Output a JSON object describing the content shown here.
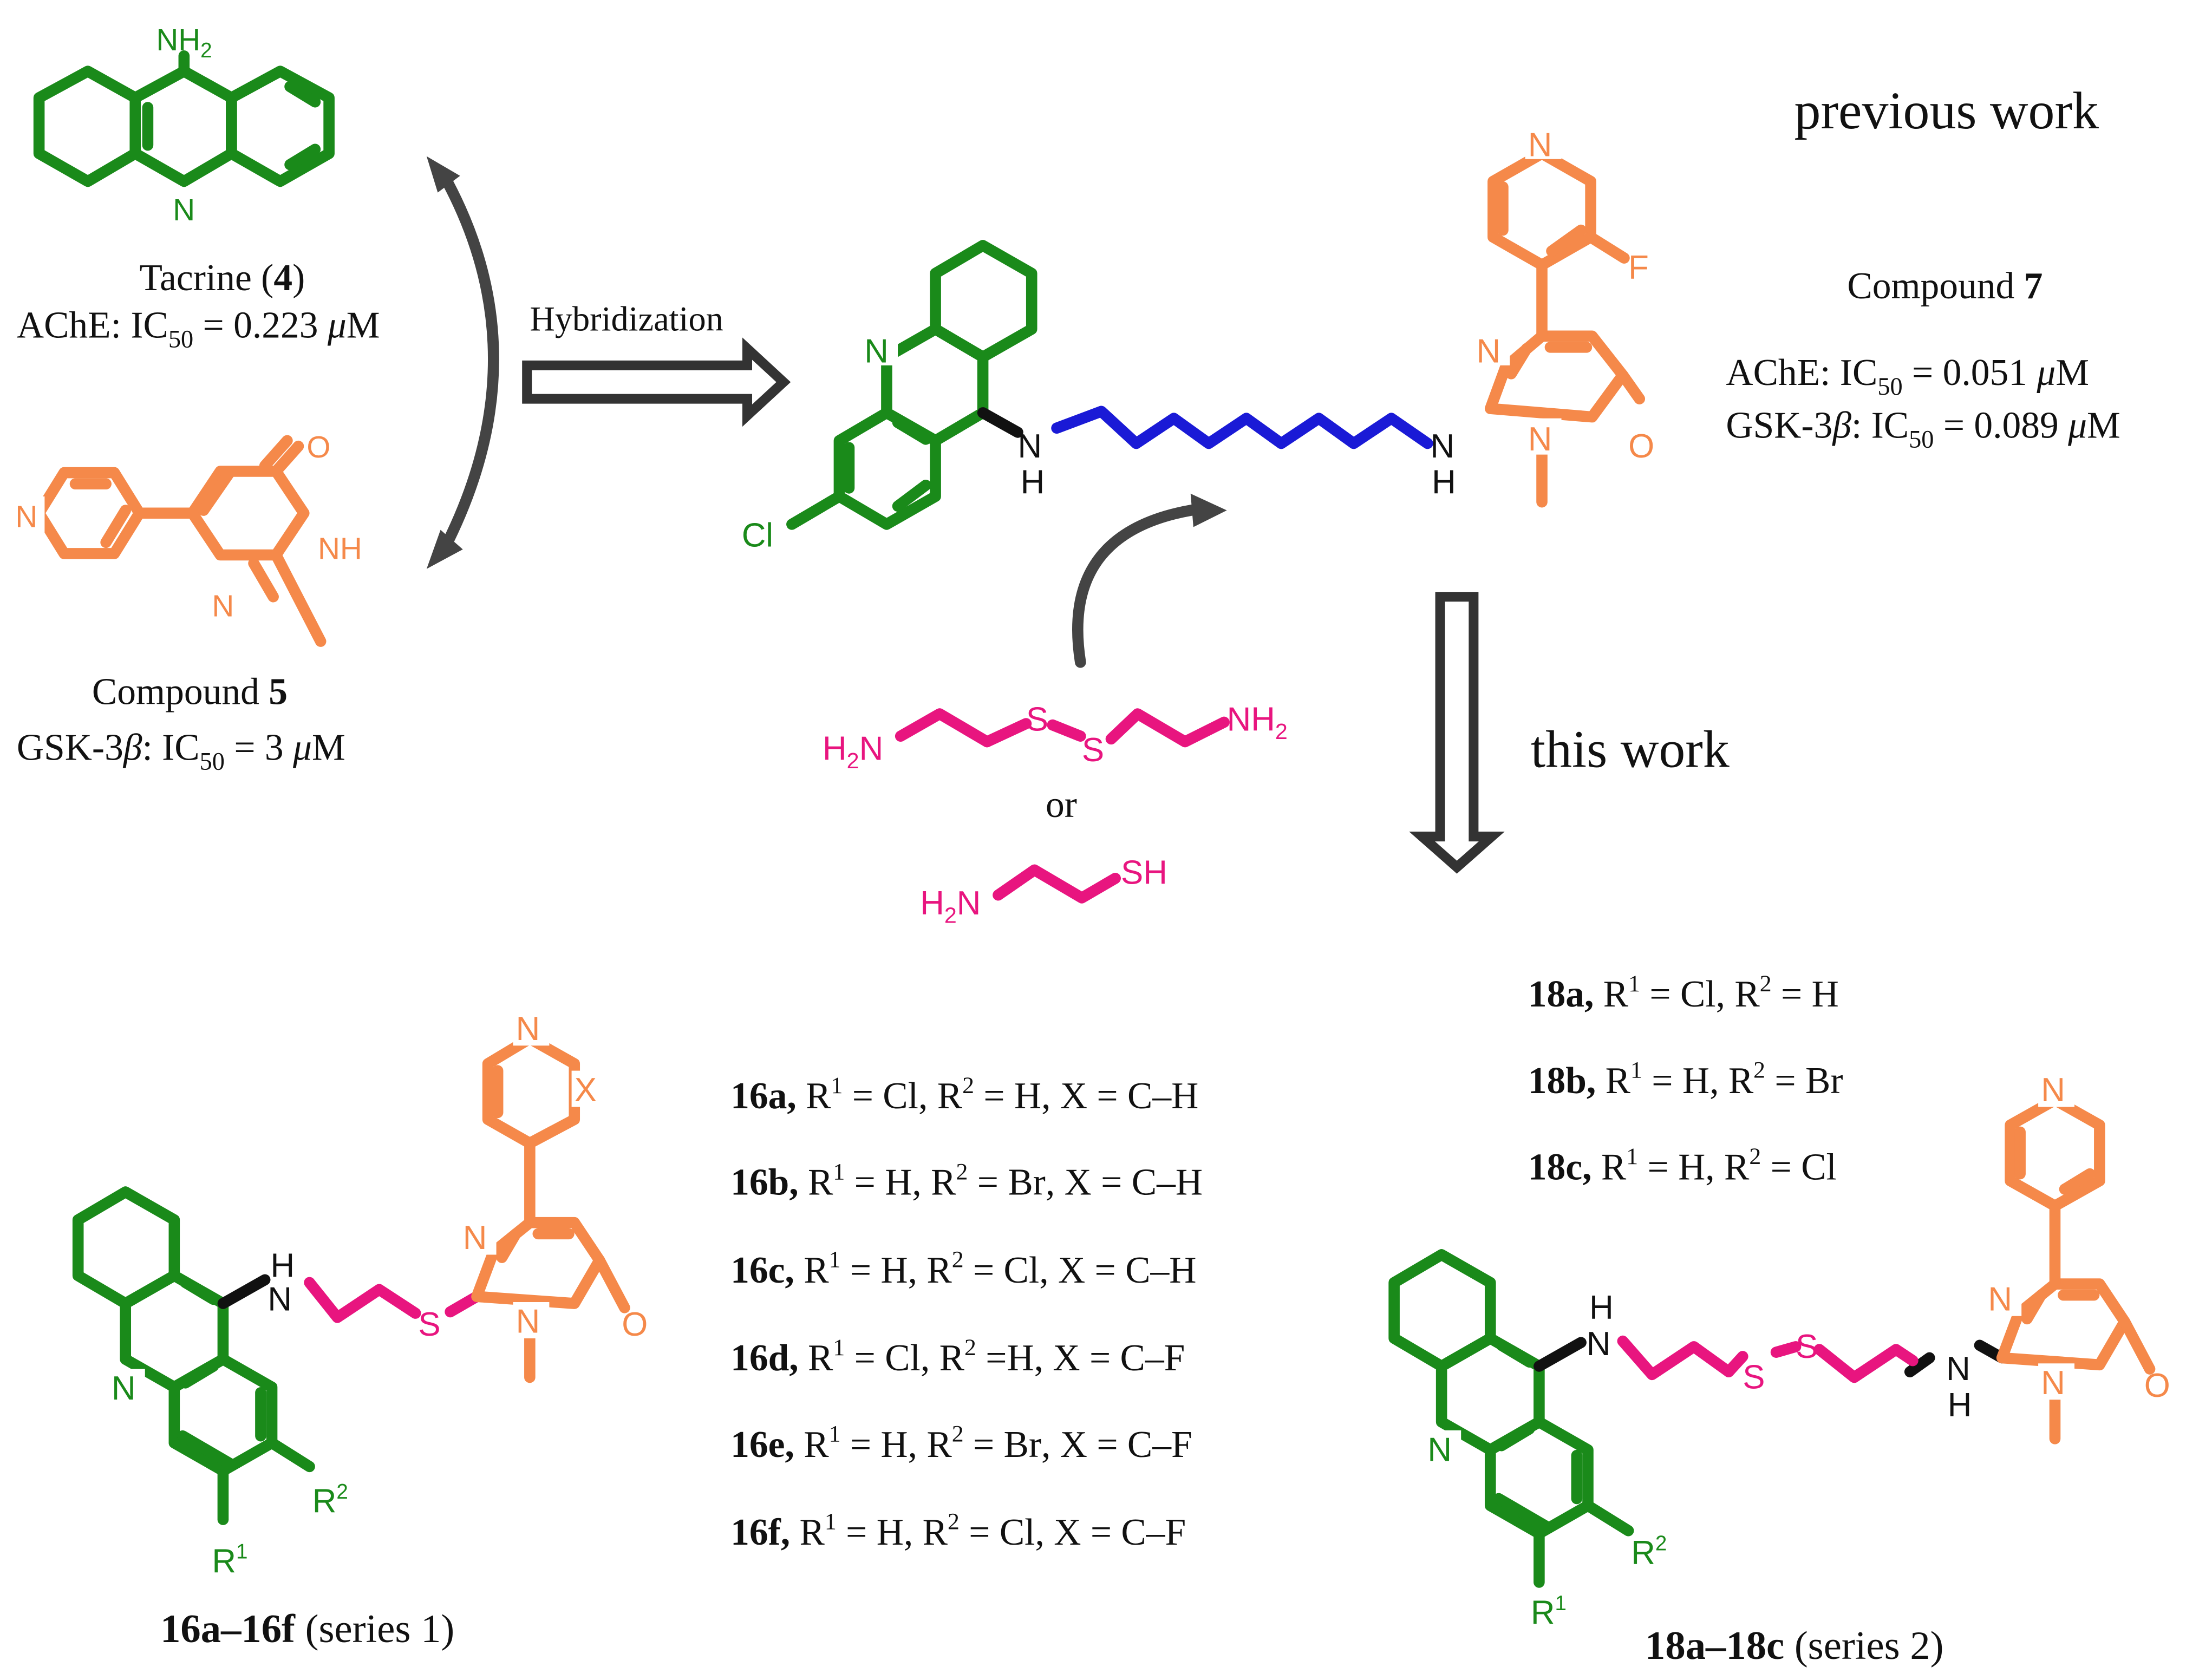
{
  "colors": {
    "tacrine": "#1a8a1a",
    "pyrimidinone": "#f5894a",
    "linker_sulfur": "#e8157f",
    "linker_alkyl": "#1a1ad6",
    "text": "#111111",
    "arrow": "#444444"
  },
  "headers": {
    "previous_work": "previous work",
    "this_work": "this work"
  },
  "compound4": {
    "name": "Tacrine (",
    "num": "4",
    "close": ")",
    "amine": "NH",
    "amine_sub": "2",
    "ring_n": "N",
    "assay_prefix": "AChE: IC",
    "assay_sub": "50",
    "assay_value": " = 0.223 ",
    "assay_unit_mu": "μ",
    "assay_unit": "M"
  },
  "compound5": {
    "name": "Compound ",
    "num": "5",
    "assay_prefix": "GSK-3",
    "beta": "β",
    "assay_mid": ": IC",
    "assay_sub": "50",
    "assay_value": " = 3 ",
    "assay_unit_mu": "μ",
    "assay_unit": "M",
    "o": "O",
    "nh": "NH",
    "n": "N",
    "py_n": "N"
  },
  "compound7": {
    "name": "Compound ",
    "num": "7",
    "ache_prefix": "AChE: IC",
    "ache_sub": "50",
    "ache_value": " = 0.051 ",
    "ache_mu": "μ",
    "ache_unit": "M",
    "gsk_prefix": "GSK-3",
    "gsk_beta": "β",
    "gsk_mid": ": IC",
    "gsk_sub": "50",
    "gsk_value": " = 0.089 ",
    "gsk_mu": "μ",
    "gsk_unit": "M",
    "cl": "Cl",
    "n_ring": "N",
    "nh_n": "N",
    "nh_h": "H",
    "nh2_n": "N",
    "nh2_h": "H",
    "pyr_n1": "N",
    "pyr_n3": "N",
    "o": "O",
    "py_n": "N",
    "f": "F"
  },
  "hybridization": "Hybridization",
  "reagents": {
    "or": "or",
    "h2n": "H",
    "h2n_sub": "2",
    "h2n_n": "N",
    "s1": "S",
    "s2": "S",
    "nh2": "NH",
    "nh2_sub": "2",
    "b_h2n": "H",
    "b_h2n_sub": "2",
    "b_h2n_n": "N",
    "sh": "SH"
  },
  "series1": {
    "list": [
      {
        "id": "16a,",
        "r1": "Cl",
        "r2": "H",
        "x": "C–H"
      },
      {
        "id": "16b,",
        "r1": "H",
        "r2": "Br",
        "x": "C–H"
      },
      {
        "id": "16c,",
        "r1": "H",
        "r2": "Cl",
        "x": "C–H"
      },
      {
        "id": "16d,",
        "r1": "Cl",
        "r2": "H",
        "x": "C–F"
      },
      {
        "id": "16e,",
        "r1": "H",
        "r2": "Br",
        "x": "C–F"
      },
      {
        "id": "16f,",
        "r1": "H",
        "r2": "Cl",
        "x": "C–F"
      }
    ],
    "caption_bold": "16a–16f",
    "caption_rest": " (series 1)",
    "struct": {
      "h": "H",
      "n_nh": "N",
      "s": "S",
      "n_ring": "N",
      "pyr_n1": "N",
      "pyr_n3": "N",
      "o": "O",
      "py_n": "N",
      "x": "X",
      "r1": "R",
      "r1_sup": "1",
      "r2": "R",
      "r2_sup": "2"
    }
  },
  "series2": {
    "list": [
      {
        "id": "18a,",
        "r1": "Cl",
        "r2": "H"
      },
      {
        "id": "18b,",
        "r1": "H",
        "r2": "Br"
      },
      {
        "id": "18c,",
        "r1": "H",
        "r2": "Cl"
      }
    ],
    "caption_bold": "18a–18c",
    "caption_rest": " (series 2)",
    "struct": {
      "h1": "H",
      "n1": "N",
      "s1": "S",
      "s2": "S",
      "n2": "N",
      "h2": "H",
      "n_ring": "N",
      "pyr_n1": "N",
      "pyr_n3": "N",
      "o": "O",
      "py_n": "N",
      "r1": "R",
      "r1_sup": "1",
      "r2": "R",
      "r2_sup": "2"
    }
  }
}
